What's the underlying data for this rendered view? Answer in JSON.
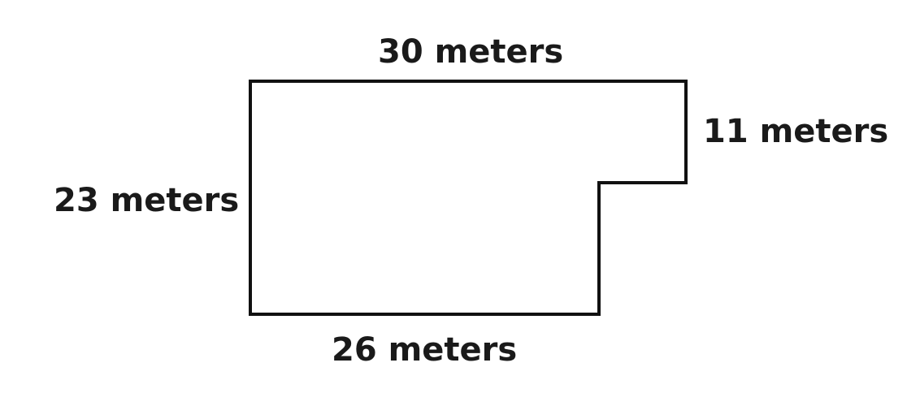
{
  "figure": {
    "shape": "L-shaped polygon (rectangle with notch at lower right)",
    "stroke_color": "#111111",
    "background_color": "#ffffff",
    "labels": {
      "top": "30 meters",
      "right": "11 meters",
      "left": "23 meters",
      "bottom": "26 meters"
    }
  }
}
